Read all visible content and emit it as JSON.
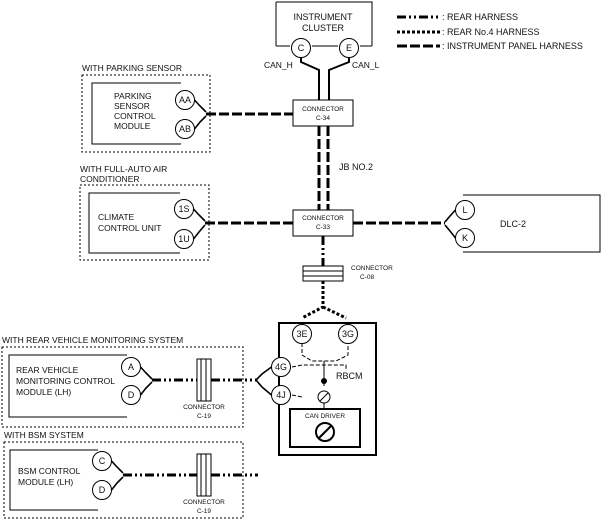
{
  "legend": [
    {
      "style": "rear",
      "label": ": REAR HARNESS"
    },
    {
      "style": "rear4",
      "label": ": REAR No.4 HARNESS"
    },
    {
      "style": "ip",
      "label": ": INSTRUMENT PANEL HARNESS"
    }
  ],
  "instrument_cluster": {
    "line1": "INSTRUMENT",
    "line2": "CLUSTER",
    "pin_c": "C",
    "pin_e": "E",
    "can_h": "CAN_H",
    "can_l": "CAN_L"
  },
  "parking_group": {
    "label": "WITH PARKING SENSOR",
    "module_lines": [
      "PARKING",
      "SENSOR",
      "CONTROL",
      "MODULE"
    ],
    "pin_top": "AA",
    "pin_bottom": "AB"
  },
  "climate_group": {
    "label_lines": [
      "WITH FULL-AUTO AIR",
      "CONDITIONER"
    ],
    "module_lines": [
      "CLIMATE",
      "CONTROL UNIT"
    ],
    "pin_top": "1S",
    "pin_bottom": "1U"
  },
  "connector_c34": {
    "line1": "CONNECTOR",
    "line2": "C-34"
  },
  "connector_c33": {
    "line1": "CONNECTOR",
    "line2": "C-33"
  },
  "connector_c08": {
    "line1": "CONNECTOR",
    "line2": "C-08"
  },
  "connector_c19a": {
    "line1": "CONNECTOR",
    "line2": "C-19"
  },
  "connector_c19b": {
    "line1": "CONNECTOR",
    "line2": "C-19"
  },
  "jb_label": "JB NO.2",
  "dlc": {
    "label": "DLC-2",
    "pin_top": "L",
    "pin_bottom": "K"
  },
  "rbcm": {
    "label": "RBCM",
    "pin_3e": "3E",
    "pin_3g": "3G",
    "pin_4g": "4G",
    "pin_4j": "4J",
    "can_driver": "CAN DRIVER"
  },
  "rear_monitor_group": {
    "label": "WITH REAR VEHICLE MONITORING SYSTEM",
    "module_lines": [
      "REAR VEHICLE",
      "MONITORING CONTROL",
      "MODULE (LH)"
    ],
    "pin_top": "A",
    "pin_bottom": "D"
  },
  "bsm_group": {
    "label": "WITH BSM SYSTEM",
    "module_lines": [
      "BSM CONTROL",
      "MODULE (LH)"
    ],
    "pin_top": "C",
    "pin_bottom": "D"
  }
}
